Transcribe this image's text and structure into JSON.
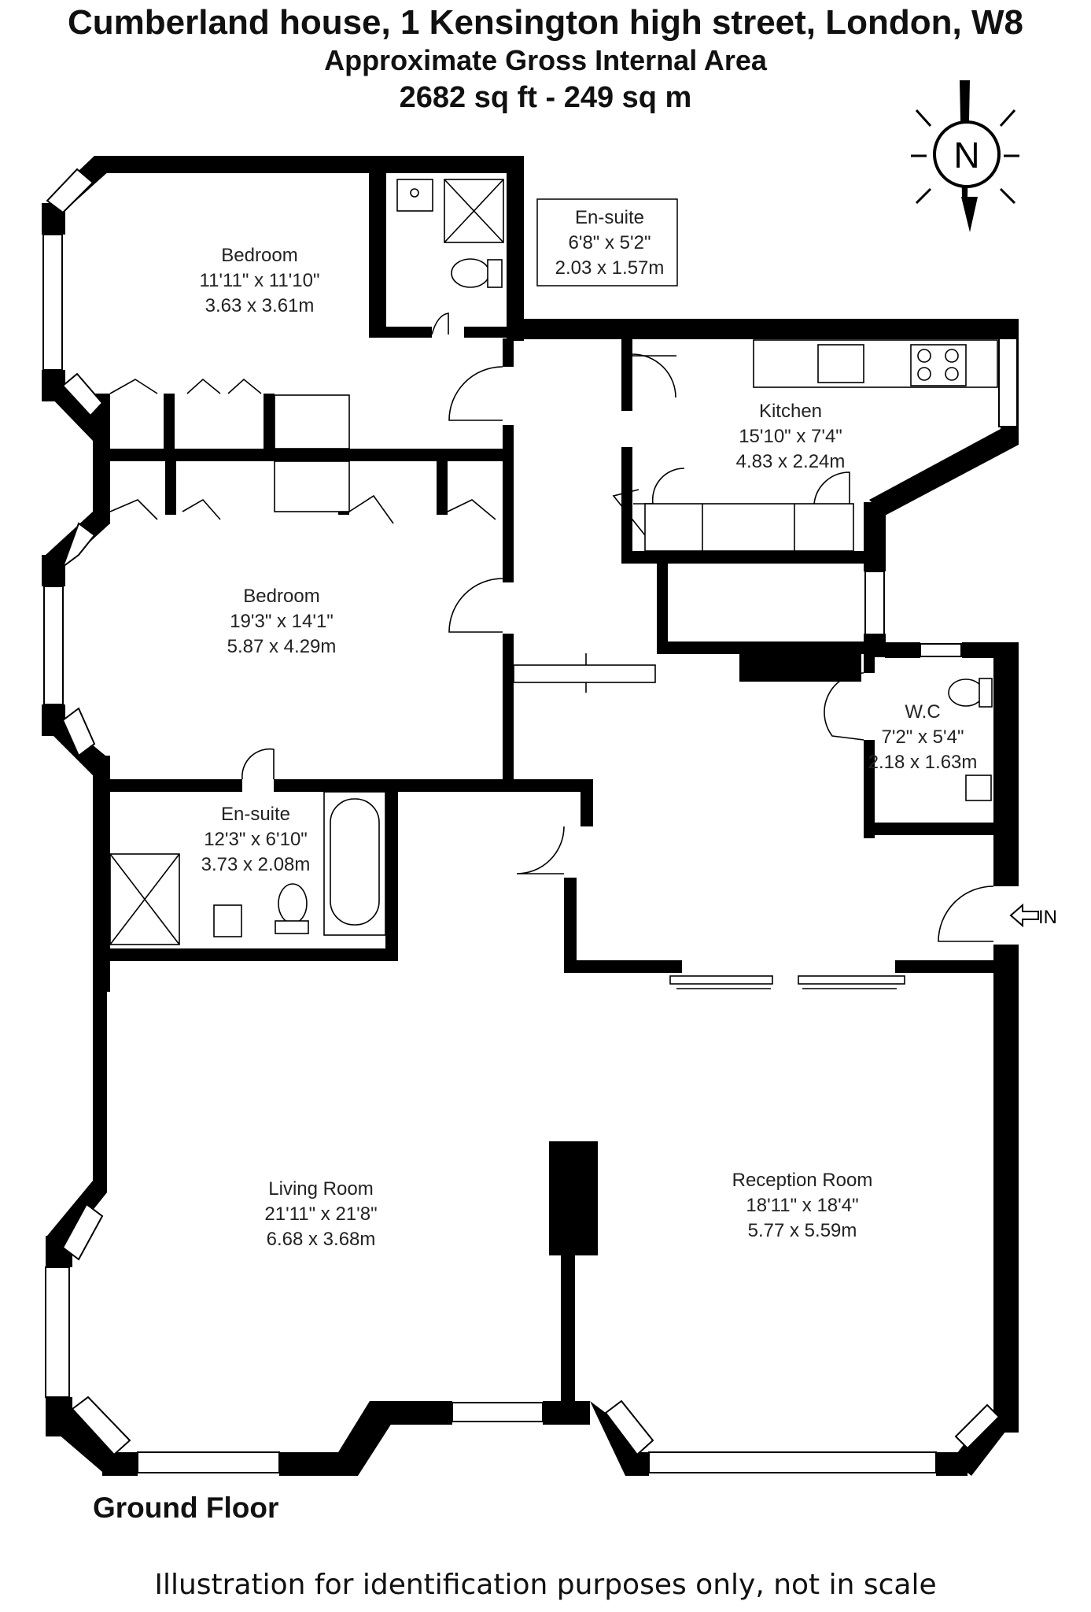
{
  "header": {
    "title": "Cumberland house, 1 Kensington high street, London, W8",
    "subtitle": "Approximate Gross Internal Area",
    "area": "2682 sq ft - 249 sq m"
  },
  "compass": {
    "label": "N"
  },
  "rooms": {
    "bedroom1": {
      "name": "Bedroom",
      "imperial": "11'11\" x 11'10\"",
      "metric": "3.63 x 3.61m"
    },
    "ensuite1": {
      "name": "En-suite",
      "imperial": "6'8\" x 5'2\"",
      "metric": "2.03 x 1.57m"
    },
    "kitchen": {
      "name": "Kitchen",
      "imperial": "15'10\" x 7'4\"",
      "metric": "4.83 x 2.24m"
    },
    "bedroom2": {
      "name": "Bedroom",
      "imperial": "19'3\" x 14'1\"",
      "metric": "5.87 x 4.29m"
    },
    "wc": {
      "name": "W.C",
      "imperial": "7'2\" x 5'4\"",
      "metric": "2.18 x 1.63m"
    },
    "ensuite2": {
      "name": "En-suite",
      "imperial": "12'3\" x 6'10\"",
      "metric": "3.73 x 2.08m"
    },
    "living": {
      "name": "Living Room",
      "imperial": "21'11\" x 21'8\"",
      "metric": "6.68 x 3.68m"
    },
    "reception": {
      "name": "Reception Room",
      "imperial": "18'11\" x 18'4\"",
      "metric": "5.77 x 5.59m"
    }
  },
  "entrance": {
    "label": "IN"
  },
  "floor_label": "Ground Floor",
  "disclaimer": "Illustration for identification purposes only, not in scale"
}
